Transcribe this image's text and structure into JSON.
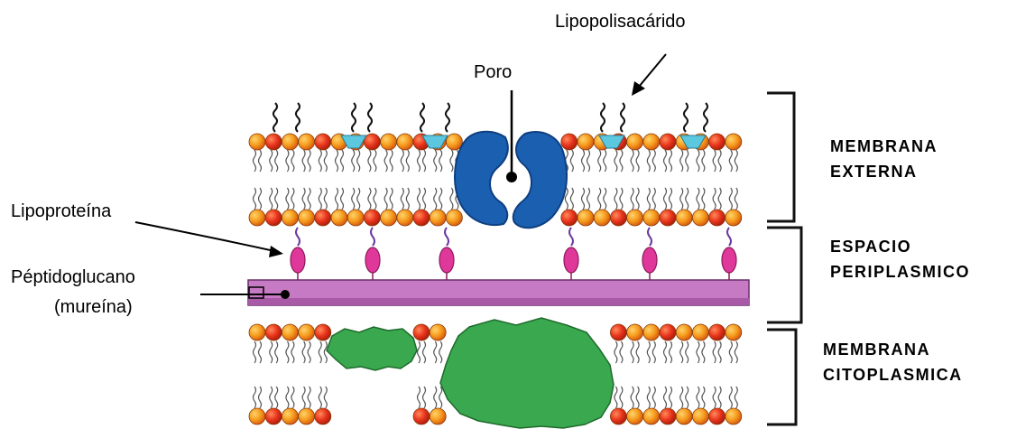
{
  "labels": {
    "lipopolisacarido": "Lipopolisacárido",
    "poro": "Poro",
    "lipoproteina": "Lipoproteína",
    "peptidoglucano": "Péptidoglucano",
    "mureina": "(mureína)",
    "membrana_externa_1": "MEMBRANA",
    "membrana_externa_2": "EXTERNA",
    "espacio_1": "ESPACIO",
    "espacio_2": "PERIPLASMICO",
    "membrana_cito_1": "MEMBRANA",
    "membrana_cito_2": "CITOPLASMICA"
  },
  "colors": {
    "lipid_head_orange": "#f59a1c",
    "lipid_head_red": "#e8341c",
    "lps_sugar_cyan": "#5cc8e0",
    "porin_blue": "#1b5fb0",
    "lipoprotein_pink": "#e0389a",
    "peptidoglycan_purple": "#c77ac4",
    "membrane_protein_green": "#3aa84e",
    "bracket": "#111111"
  }
}
